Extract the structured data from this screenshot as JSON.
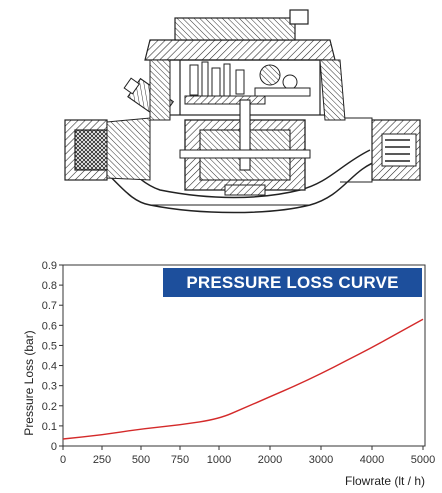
{
  "figure": {
    "illustration": "water-meter-cross-section"
  },
  "chart_data": {
    "type": "line",
    "title": "PRESSURE LOSS CURVE",
    "xlabel": "Flowrate (lt / h)",
    "ylabel": "Pressure Loss (bar)",
    "xlim": [
      0,
      5000
    ],
    "ylim": [
      0,
      0.9
    ],
    "xticks": [
      "0",
      "250",
      "500",
      "750",
      "1000",
      "2000",
      "3000",
      "4000",
      "5000"
    ],
    "yticks": [
      "0",
      "0.1",
      "0.2",
      "0.3",
      "0.4",
      "0.5",
      "0.6",
      "0.7",
      "0.8",
      "0.9"
    ],
    "grid": false,
    "title_banner_color": "#1d4f9c",
    "line_color": "#d42a2a",
    "series": [
      {
        "x": [
          0,
          250,
          500,
          750,
          1000,
          1500,
          2000,
          2500,
          3000,
          3500,
          4000,
          4500,
          5000
        ],
        "values": [
          0.035,
          0.055,
          0.085,
          0.105,
          0.135,
          0.19,
          0.245,
          0.3,
          0.36,
          0.425,
          0.49,
          0.56,
          0.63
        ]
      }
    ]
  }
}
